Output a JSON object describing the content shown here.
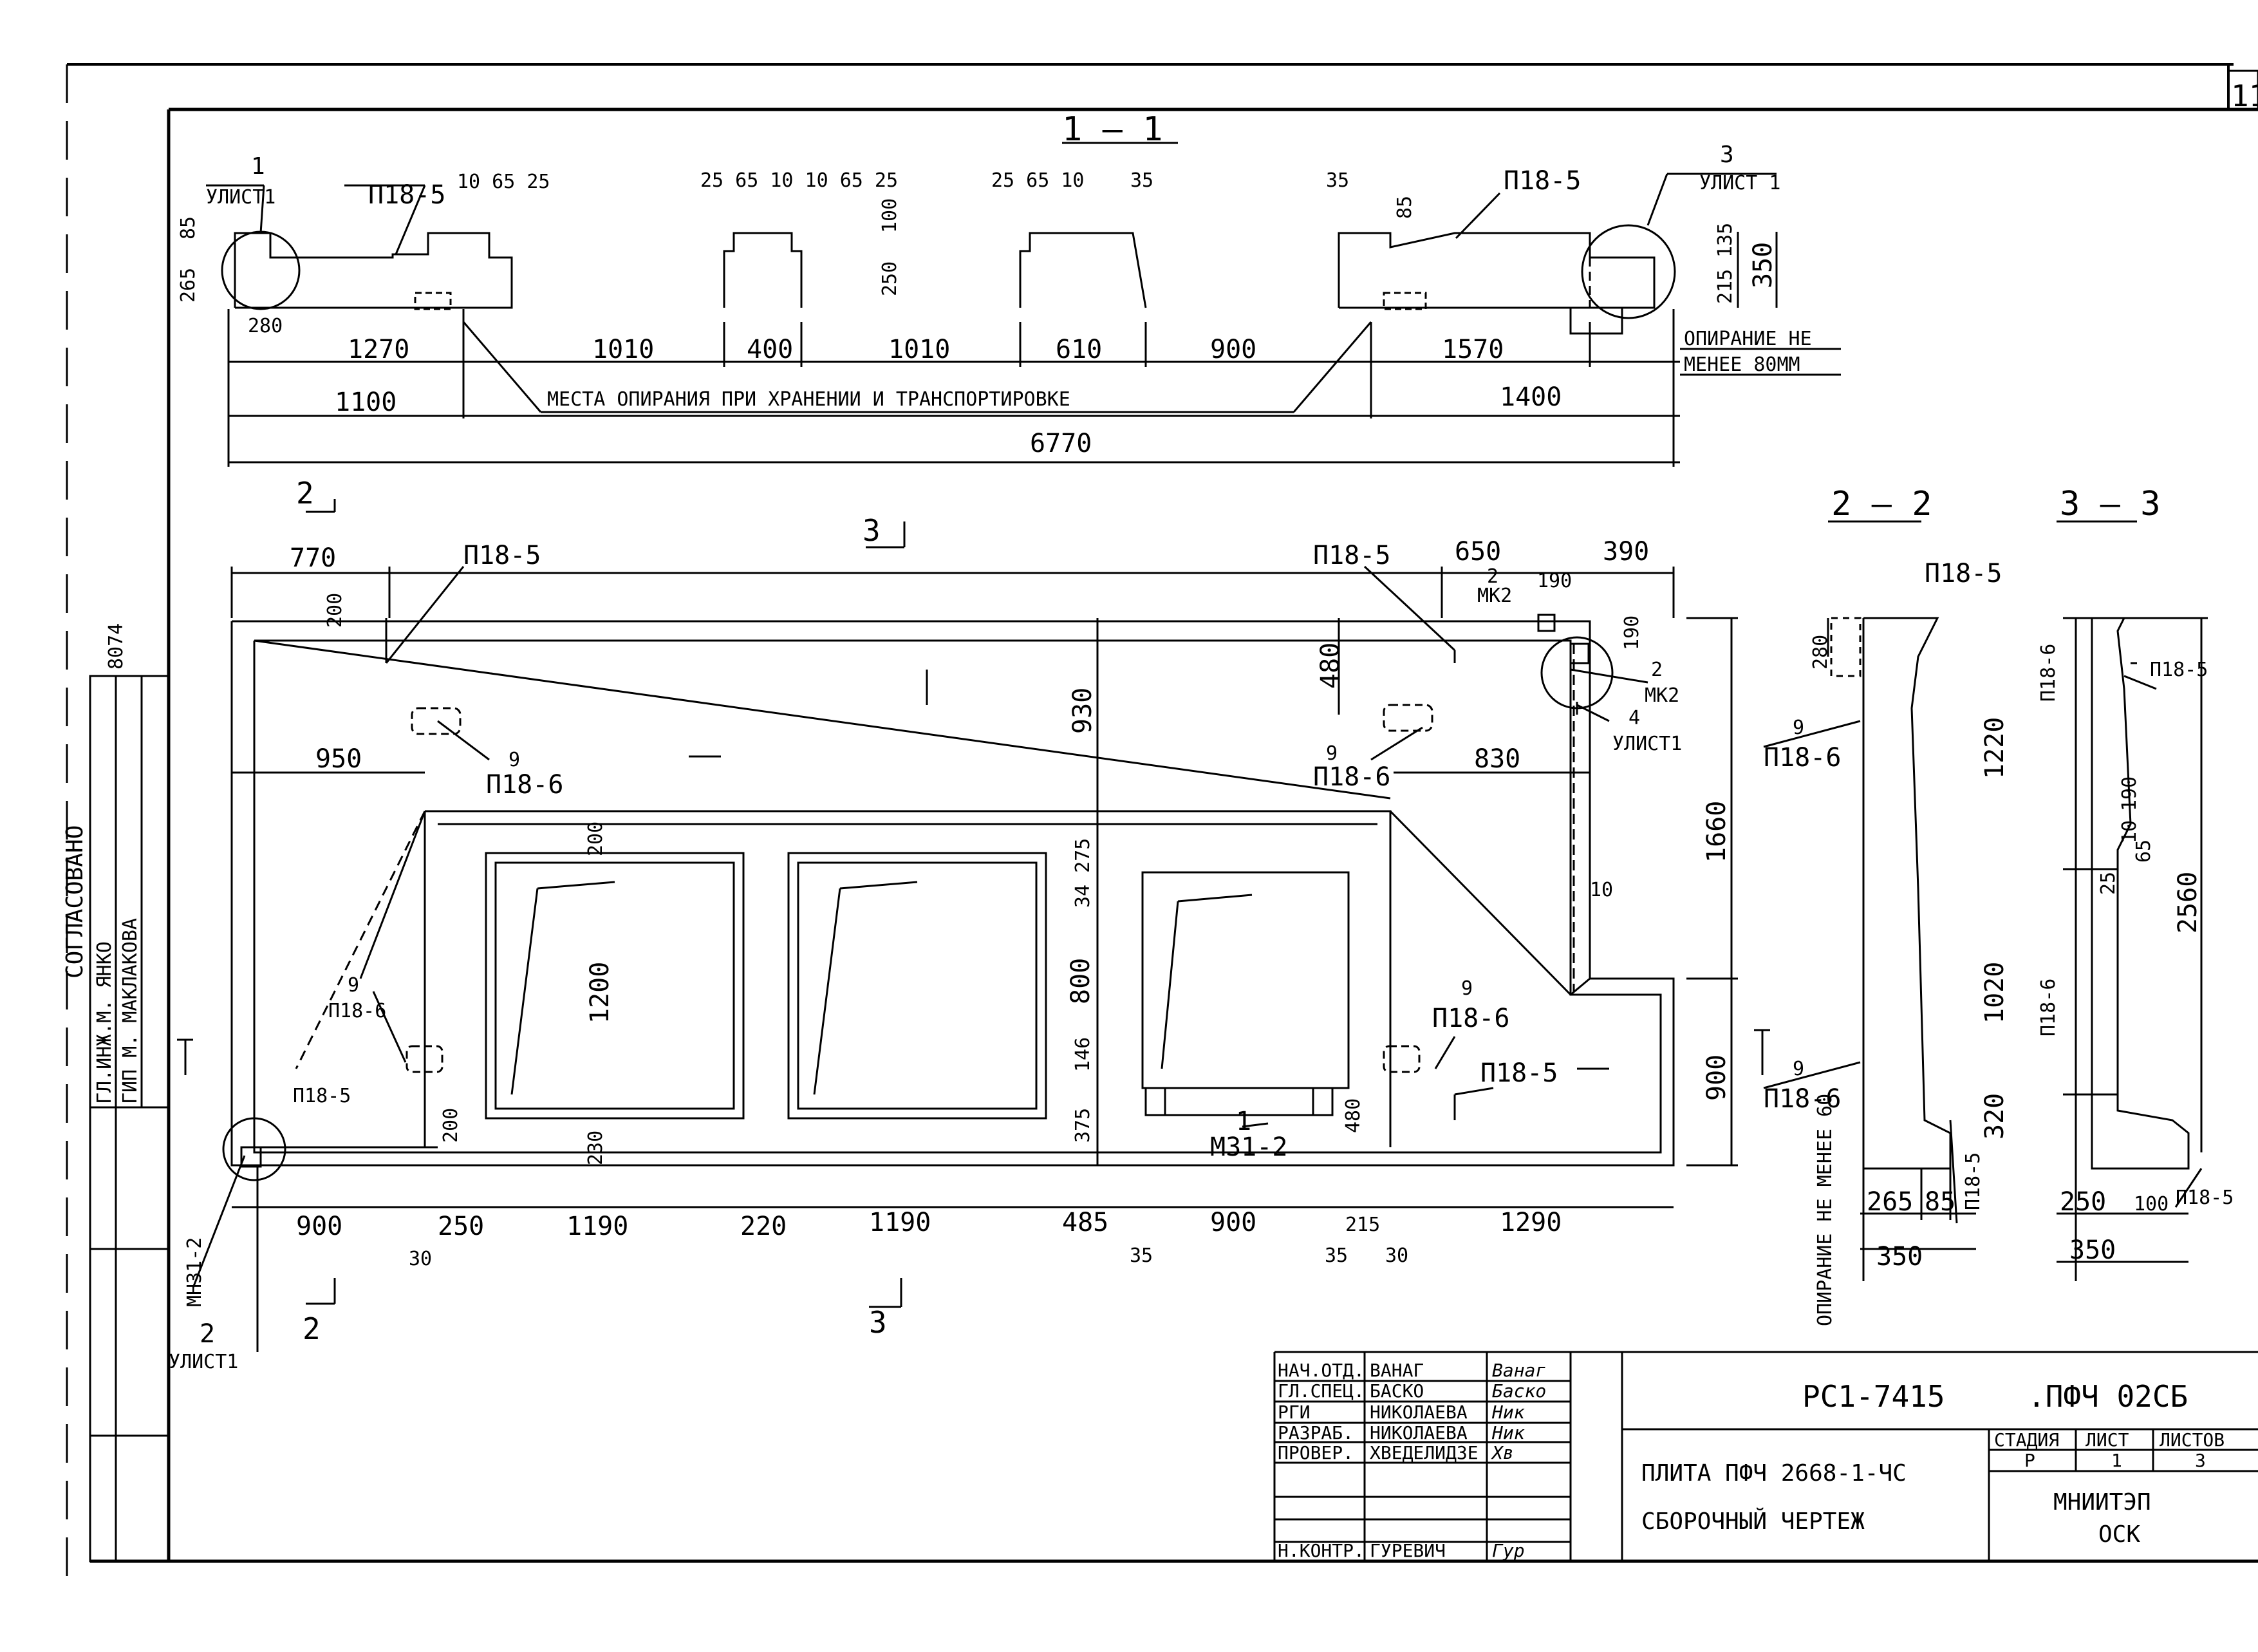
{
  "sheet_number": "11",
  "document": {
    "code": "РС1-7415",
    "mark": ".ПФЧ 02СБ",
    "item_name": "ПЛИТА ПФЧ 2668-1-ЧС",
    "drawing_type": "СБОРОЧНЫЙ ЧЕРТЕЖ",
    "stage_header": "СТАДИЯ",
    "sheet_header": "ЛИСТ",
    "sheets_header": "ЛИСТОВ",
    "stage": "Р",
    "sheet": "1",
    "sheets": "3",
    "org_line1": "МНИИТЭП",
    "org_line2": "ОСК"
  },
  "signatures": [
    {
      "role": "НАЧ.ОТД.",
      "name": "ВАНАГ",
      "sign": "Ванаг"
    },
    {
      "role": "ГЛ.СПЕЦ.",
      "name": "БАСКО",
      "sign": "Баско"
    },
    {
      "role": "РГИ",
      "name": "НИКОЛАЕВА",
      "sign": "Ник"
    },
    {
      "role": "РАЗРАБ.",
      "name": "НИКОЛАЕВА",
      "sign": "Ник"
    },
    {
      "role": "ПРОВЕР.",
      "name": "ХВЕДЕЛИДЗЕ",
      "sign": "Хв"
    },
    {
      "role": "",
      "name": "",
      "sign": ""
    },
    {
      "role": "Н.КОНТР.",
      "name": "ГУРЕВИЧ",
      "sign": "Гур"
    }
  ],
  "approval": {
    "heading": "СОГЛАСОВАНО",
    "row1": "ГЛ.ИНЖ.М.  ЯНКО",
    "row2": "ГИП М.  МАКЛАКОВА",
    "stamp": "8074"
  },
  "section_marks": {
    "s11": "1 — 1",
    "s22": "2 — 2",
    "s33": "3 — 3",
    "m2": "2",
    "m3": "3"
  },
  "section_1_1": {
    "dims_top_left": "10 65 25",
    "dims_top_mid1": "25 65 10 10 65 25",
    "dims_top_mid2": "25 65 10",
    "d35a": "35",
    "d35b": "35",
    "d85a": "85",
    "d85b": "85",
    "d265": "265",
    "d100": "100",
    "d250": "250",
    "d135": "135",
    "d215": "215",
    "d350": "350",
    "d280": "280",
    "spans": [
      "1270",
      "1010",
      "400",
      "1010",
      "610",
      "900",
      "1570"
    ],
    "d1100": "1100",
    "d1400": "1400",
    "d6770": "6770",
    "supports_note": "МЕСТА ОПИРАНИЯ  ПРИ ХРАНЕНИИ И ТРАНСПОРТИРОВКЕ",
    "bearing_note_1": "ОПИРАНИЕ НЕ",
    "bearing_note_2": "МЕНЕЕ 80ММ",
    "node1_num": "1",
    "node1_sheet": "УЛИСТ1",
    "node3_num": "3",
    "node3_sheet": "УЛИСТ 1",
    "p185": "П18-5"
  },
  "plan": {
    "d770": "770",
    "d650": "650",
    "d390": "390",
    "d190a": "190",
    "d190b": "190",
    "d200": "200",
    "d480": "480",
    "d930": "930",
    "d950": "950",
    "d830": "830",
    "d1660": "1660",
    "d900v": "900",
    "d275": "34 275",
    "d1200": "1200",
    "d200b": "200",
    "d800": "800",
    "d146": "146",
    "d375": "375",
    "d230": "230",
    "d10": "10",
    "d480b": "480",
    "d200c": "200",
    "bottom_dims": [
      "900",
      "250",
      "1190",
      "220",
      "1190",
      "485",
      "900",
      "215",
      "1290"
    ],
    "d30a": "30",
    "d35c": "35",
    "d35d": "35",
    "d30b": "30",
    "lp185": "П18-5",
    "lp186": "П18-6",
    "n9": "9",
    "mk2": "МК2",
    "n2": "2",
    "n4": "4",
    "usheet": "УЛИСТ1",
    "m312": "М31-2",
    "n1": "1",
    "mn312": "МН31-2",
    "n2b": "2",
    "usheet_b": "УЛИСТ1"
  },
  "section_2_2": {
    "d280": "280",
    "d265": "265",
    "d85": "85",
    "d350": "350",
    "note": "ОПИРАНИЕ НЕ МЕНЕЕ 60"
  },
  "section_3_3": {
    "d1220": "1220",
    "d1020": "1020",
    "d320": "320",
    "d2560": "2560",
    "d190": "190",
    "d10": "10",
    "d65": "65",
    "d25": "25",
    "d250": "250",
    "d100": "100",
    "d350": "350"
  }
}
